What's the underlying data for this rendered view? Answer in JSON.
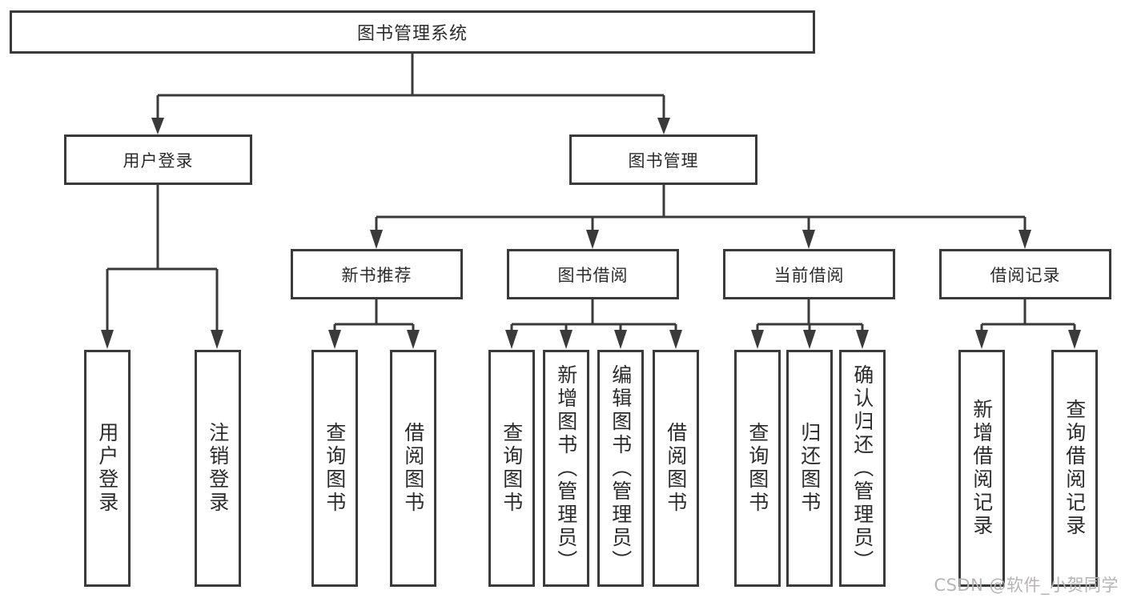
{
  "tree": {
    "label": "图书管理系统",
    "children": [
      {
        "label": "用户登录",
        "children": [
          {
            "label": "用户登录"
          },
          {
            "label": "注销登录"
          }
        ]
      },
      {
        "label": "图书管理",
        "children": [
          {
            "label": "新书推荐",
            "children": [
              {
                "label": "查询图书"
              },
              {
                "label": "借阅图书"
              }
            ]
          },
          {
            "label": "图书借阅",
            "children": [
              {
                "label": "查询图书"
              },
              {
                "label": "新增图书（管理员）"
              },
              {
                "label": "编辑图书（管理员）"
              },
              {
                "label": "借阅图书"
              }
            ]
          },
          {
            "label": "当前借阅",
            "children": [
              {
                "label": "查询图书"
              },
              {
                "label": "归还图书"
              },
              {
                "label": "确认归还（管理员）"
              }
            ]
          },
          {
            "label": "借阅记录",
            "children": [
              {
                "label": "新增借阅记录"
              },
              {
                "label": "查询借阅记录"
              }
            ]
          }
        ]
      }
    ]
  },
  "colors": {
    "line": "#3a3a3a",
    "box_border": "#3a3a3a",
    "box_fill": "#ffffff",
    "text": "#2b2b2b",
    "watermark": "#b7b4b5"
  },
  "watermark": {
    "text": "CSDN @软件_小贺同学"
  }
}
